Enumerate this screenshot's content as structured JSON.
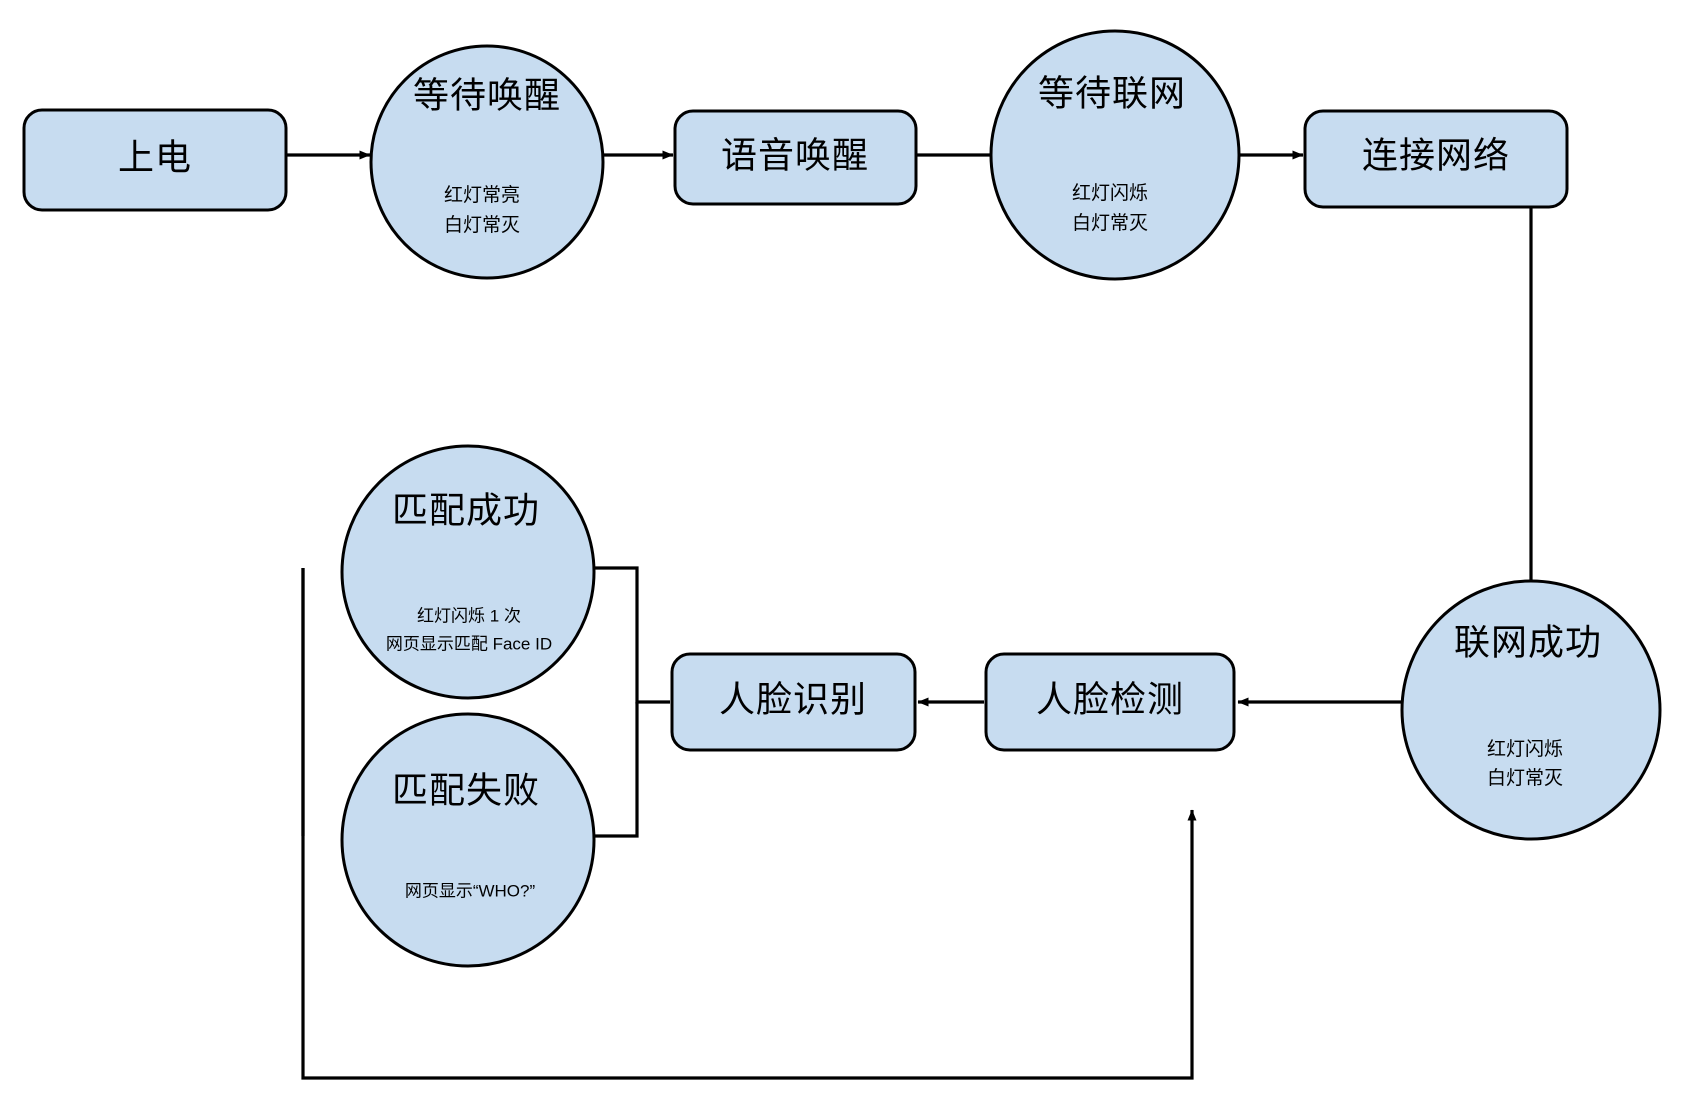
{
  "diagram": {
    "type": "flowchart",
    "title_text": "",
    "background": "#ffffff",
    "node_fill": "#c7dcf0",
    "node_stroke": "#000000",
    "nodes": [
      {
        "id": "power-on",
        "shape": "rounded-rect",
        "label": "上电",
        "sub": []
      },
      {
        "id": "wait-wakeup",
        "shape": "circle",
        "label": "等待唤醒",
        "sub": [
          "红灯常亮",
          "白灯常灭"
        ]
      },
      {
        "id": "voice-wakeup",
        "shape": "rounded-rect",
        "label": "语音唤醒",
        "sub": []
      },
      {
        "id": "wait-network",
        "shape": "circle",
        "label": "等待联网",
        "sub": [
          "红灯闪烁",
          "白灯常灭"
        ]
      },
      {
        "id": "connect-network",
        "shape": "rounded-rect",
        "label": "连接网络",
        "sub": []
      },
      {
        "id": "network-success",
        "shape": "circle",
        "label": "联网成功",
        "sub": [
          "红灯闪烁",
          "白灯常灭"
        ]
      },
      {
        "id": "face-detect",
        "shape": "rounded-rect",
        "label": "人脸检测",
        "sub": []
      },
      {
        "id": "face-recognize",
        "shape": "rounded-rect",
        "label": "人脸识别",
        "sub": []
      },
      {
        "id": "match-success",
        "shape": "circle",
        "label": "匹配成功",
        "sub": [
          "红灯闪烁 1 次",
          "网页显示匹配 Face ID"
        ]
      },
      {
        "id": "match-fail",
        "shape": "circle",
        "label": "匹配失败",
        "sub": [
          "网页显示“WHO?”"
        ]
      }
    ],
    "edges": [
      {
        "id": "e1",
        "from": "power-on",
        "to": "wait-wakeup",
        "arrow": true
      },
      {
        "id": "e2",
        "from": "wait-wakeup",
        "to": "voice-wakeup",
        "arrow": true
      },
      {
        "id": "e3",
        "from": "voice-wakeup",
        "to": "wait-network",
        "arrow": true
      },
      {
        "id": "e4",
        "from": "wait-network",
        "to": "connect-network",
        "arrow": true
      },
      {
        "id": "e5",
        "from": "connect-network",
        "to": "network-success",
        "arrow": true
      },
      {
        "id": "e6",
        "from": "network-success",
        "to": "face-detect",
        "arrow": true
      },
      {
        "id": "e7",
        "from": "face-detect",
        "to": "face-recognize",
        "arrow": true
      },
      {
        "id": "e8",
        "from": "face-recognize",
        "to": "match-success",
        "arrow": false
      },
      {
        "id": "e9",
        "from": "face-recognize",
        "to": "match-fail",
        "arrow": false
      },
      {
        "id": "e10",
        "from": "match-fail",
        "to": "face-detect",
        "arrow": true
      }
    ]
  }
}
